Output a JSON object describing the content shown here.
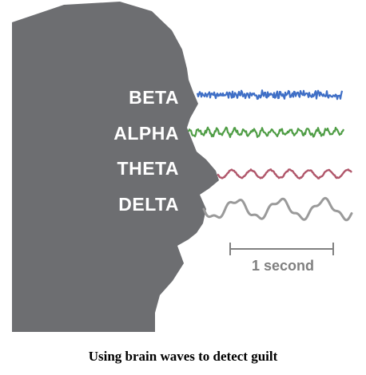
{
  "colors": {
    "head": "#6d6e71",
    "label": "#ffffff",
    "scale": "#808080"
  },
  "waves": [
    {
      "label": "BETA",
      "color": "#3f6fc6"
    },
    {
      "label": "ALPHA",
      "color": "#4f9d45"
    },
    {
      "label": "THETA",
      "color": "#b0566a"
    },
    {
      "label": "DELTA",
      "color": "#9a9a9a"
    }
  ],
  "scale": {
    "label": "1 second"
  },
  "caption": "Using brain waves to detect guilt"
}
